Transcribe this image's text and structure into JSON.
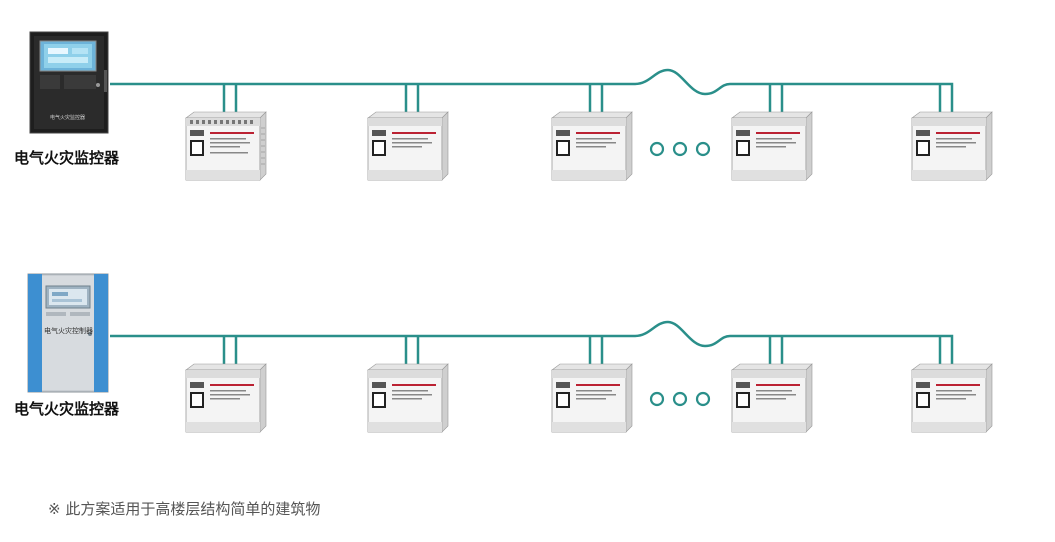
{
  "rows": [
    {
      "controller": {
        "label": "电气火灾监控器",
        "style": "black-cabinet",
        "panel_text": "电气火灾监控器"
      },
      "modules": 5,
      "ellipsis_between": [
        3,
        4
      ]
    },
    {
      "controller": {
        "label": "电气火灾监控器",
        "style": "gray-cabinet",
        "panel_text": "电气火灾控制器"
      },
      "modules": 5,
      "ellipsis_between": [
        3,
        4
      ]
    }
  ],
  "footnote": "※ 此方案适用于高楼层结构简单的建筑物",
  "colors": {
    "bus_line": "#2a8f8a",
    "ellipsis": "#2a8f8a",
    "black_cabinet": "#222222",
    "gray_cabinet": "#c9ced3",
    "accent_blue": "#3d8fd1"
  },
  "icons": [
    "module-icon",
    "controller-cabinet-icon",
    "ellipsis-icon"
  ]
}
